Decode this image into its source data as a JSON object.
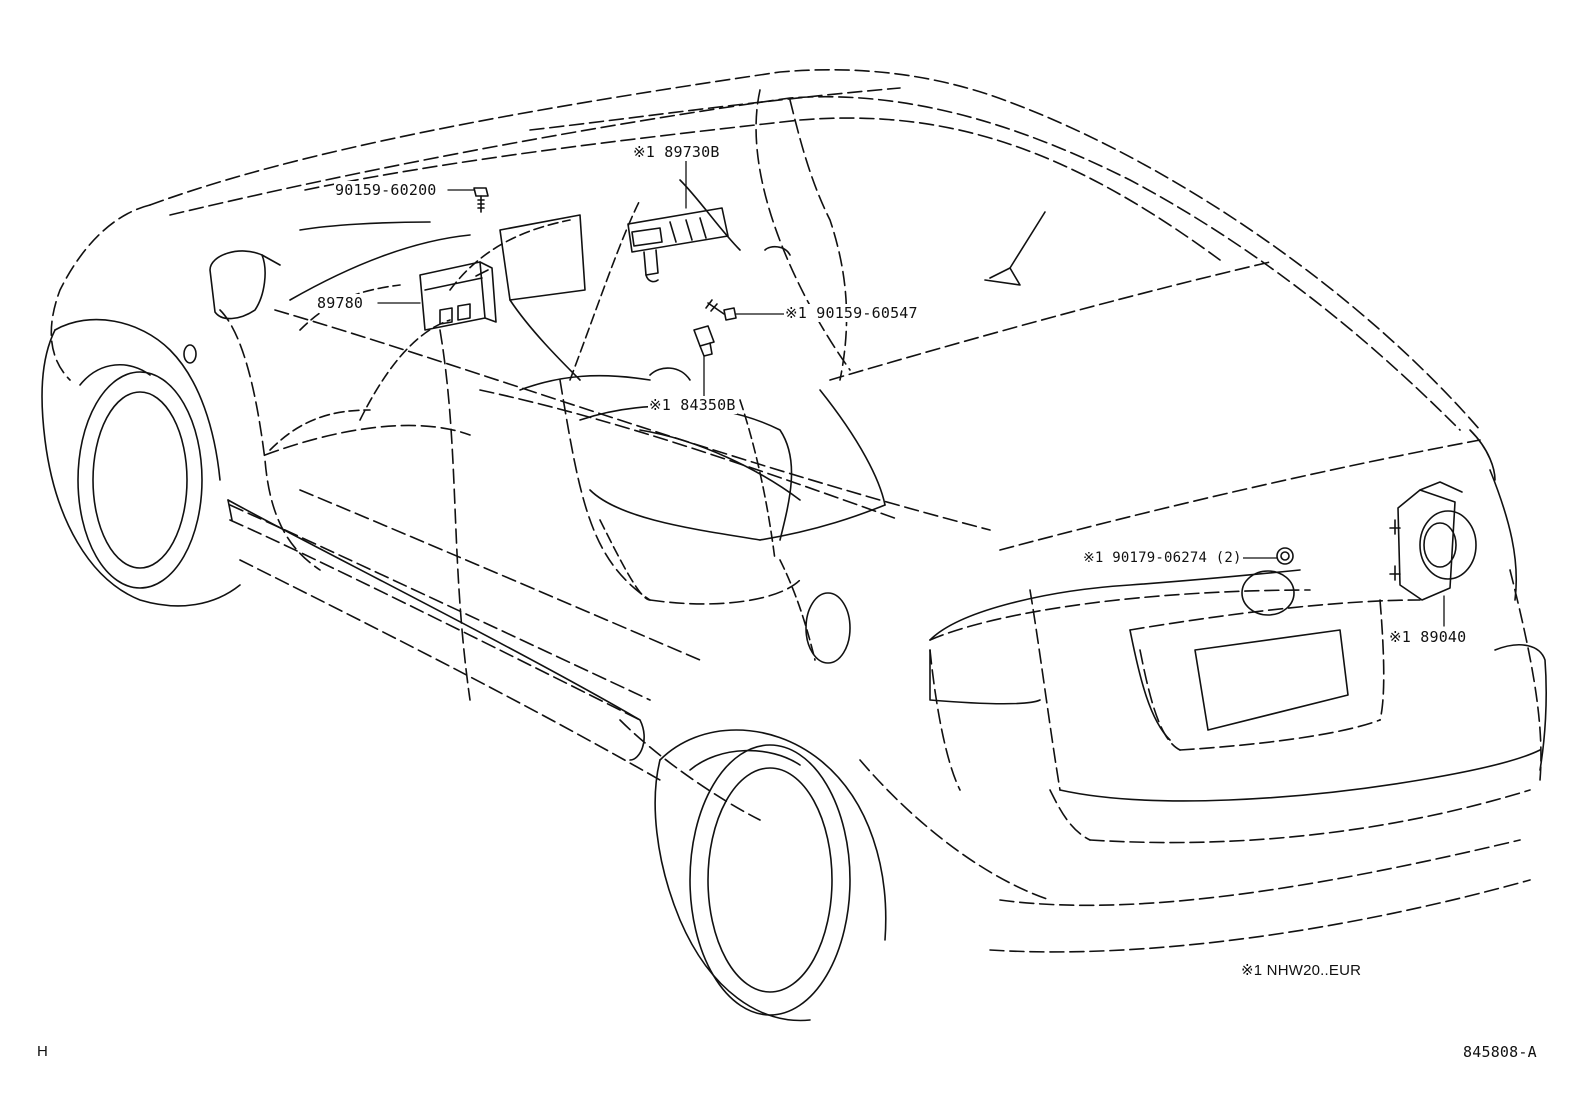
{
  "labels": {
    "p_189730b": "※1 89730B",
    "p_9015960200": "90159-60200",
    "p_89780": "89780",
    "p_9015960547": "※1 90159-60547",
    "p_184350b": "※1 84350B",
    "p_9017906274": "※1 90179-06274 (2)",
    "p_189040": "※1 89040"
  },
  "note": "※1 NHW20..EUR",
  "corner_left": "H",
  "figure_code": "845808-A"
}
